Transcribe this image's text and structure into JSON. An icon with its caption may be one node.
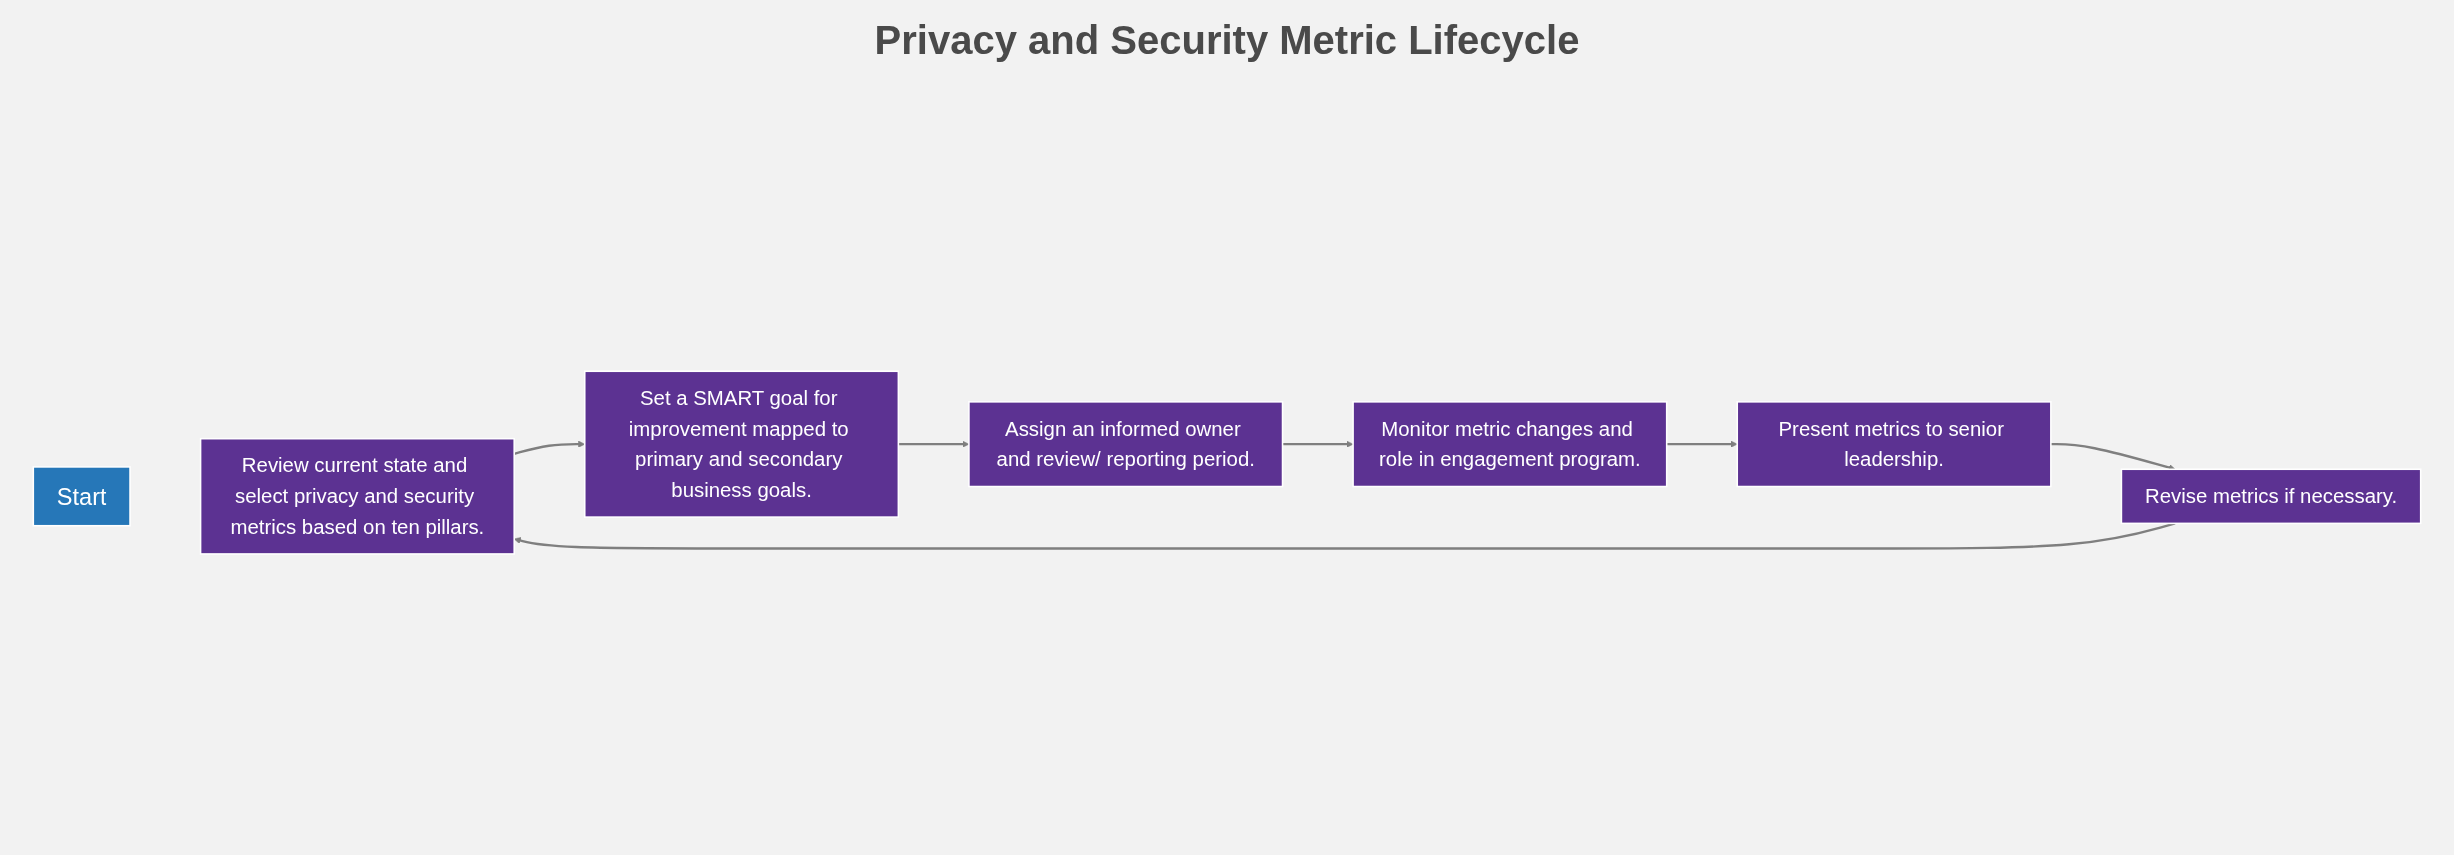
{
  "diagram": {
    "title": "Privacy and Security Metric Lifecycle",
    "nodes": [
      {
        "text": [
          "Start"
        ]
      },
      {
        "text": [
          "Review current state and select privacy and security metrics based on ten pillars."
        ]
      },
      {
        "text": [
          "Set a SMART goal for improvement mapped to primary and secondary business goals."
        ]
      },
      {
        "text": [
          "Assign an informed owner and review/ reporting period."
        ]
      },
      {
        "text": [
          "Monitor metric changes and role in engagement program."
        ]
      },
      {
        "text": [
          "Present metrics to senior leadership."
        ]
      },
      {
        "text": [
          "Revise metrics if necessary."
        ]
      }
    ],
    "edges": [
      {
        "from": 1,
        "to": 2,
        "arrow": "to"
      },
      {
        "from": 2,
        "to": 3,
        "arrow": "to"
      },
      {
        "from": 3,
        "to": 4,
        "arrow": "to"
      },
      {
        "from": 4,
        "to": 5,
        "arrow": "to"
      },
      {
        "from": 5,
        "to": 6,
        "arrow": "to"
      },
      {
        "from": 6,
        "to": 1,
        "arrow": "to"
      }
    ]
  }
}
